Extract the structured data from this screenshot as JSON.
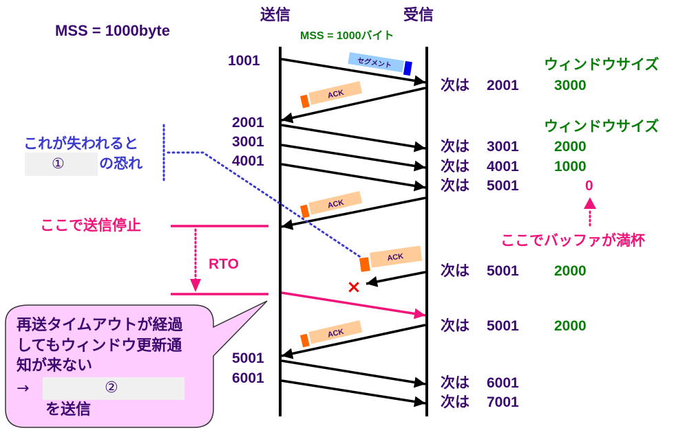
{
  "title_left": "MSS = 1000byte",
  "sender_label": "送信",
  "receiver_label": "受信",
  "mss_note": "MSS = 1000バイト",
  "segment_label": "セグメント",
  "ack_label": "ACK",
  "send_seq": [
    "1001",
    "2001",
    "3001",
    "4001",
    "5001",
    "6001"
  ],
  "window_size_label": "ウィンドウサイズ",
  "next_prefix": "次は",
  "receiver_rows": [
    {
      "next": "2001",
      "window": "3000"
    },
    {
      "next": "3001",
      "window": "2000"
    },
    {
      "next": "4001",
      "window": "1000"
    },
    {
      "next": "5001",
      "window": "0"
    },
    {
      "next": "5001",
      "window": "2000"
    },
    {
      "next": "5001",
      "window": "2000"
    },
    {
      "next": "6001",
      "window": ""
    },
    {
      "next": "7001",
      "window": ""
    }
  ],
  "loss_note_line1": "これが失われると",
  "loss_note_blank": "①",
  "loss_note_line2": "の恐れ",
  "stop_label": "ここで送信停止",
  "rto_label": "RTO",
  "buffer_full_label": "ここでバッファが満杯",
  "lost_mark": "×",
  "bubble": {
    "line1": "再送タイムアウトが経過",
    "line2": "してもウィンドウ更新通",
    "line3": "知が来ない",
    "arrow": "→",
    "blank": "②",
    "line4": "を送信"
  },
  "colors": {
    "purple": "#3a0a6e",
    "green": "#0a7d0a",
    "pink": "#f0147a",
    "blue": "#3a3acf",
    "segment_fill": "#99ccff",
    "segment_tag": "#0000ee",
    "ack_fill": "#ffcc99",
    "ack_tag": "#ff6600",
    "bubble_fill": "#ffccff"
  }
}
